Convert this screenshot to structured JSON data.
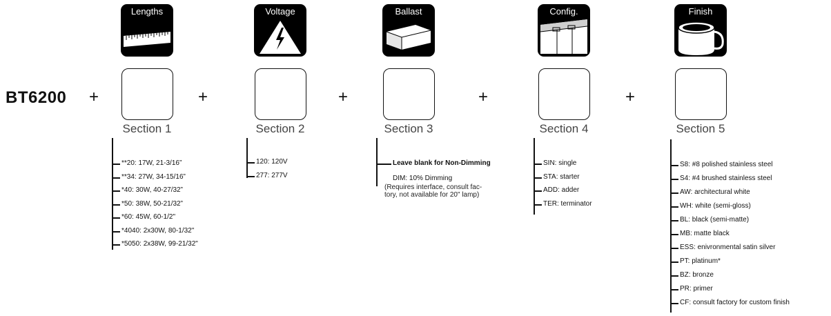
{
  "model": "BT6200",
  "plus": "+",
  "sections": [
    {
      "icon_title": "Lengths",
      "label": "Section 1",
      "options": [
        "**20: 17W, 21-3/16”",
        "**34: 27W, 34-15/16”",
        "*40: 30W, 40-27/32”",
        "*50: 38W, 50-21/32”",
        "*60: 45W, 60-1/2\"",
        "*4040: 2x30W, 80-1/32\"",
        "*5050: 2x38W, 99-21/32\""
      ]
    },
    {
      "icon_title": "Voltage",
      "label": "Section 2",
      "options": [
        "120: 120V",
        "277: 277V"
      ]
    },
    {
      "icon_title": "Ballast",
      "label": "Section 3",
      "options": [
        "Leave blank for Non-Dimming",
        "DIM: 10% Dimming"
      ],
      "note": [
        "(Requires interface, consult fac-",
        "tory, not available for 20\" lamp)"
      ]
    },
    {
      "icon_title": "Config.",
      "label": "Section 4",
      "options": [
        "SIN: single",
        "STA: starter",
        "ADD: adder",
        "TER: terminator"
      ]
    },
    {
      "icon_title": "Finish",
      "label": "Section 5",
      "options": [
        "S8: #8 polished stainless steel",
        "S4: #4 brushed stainless steel",
        "AW: architectural white",
        "WH: white (semi-gloss)",
        "BL: black (semi-matte)",
        "MB: matte black",
        "ESS: enivronmental satin silver",
        "PT: platinum*",
        "BZ: bronze",
        "PR: primer",
        "CF: consult factory for custom finish"
      ]
    }
  ]
}
